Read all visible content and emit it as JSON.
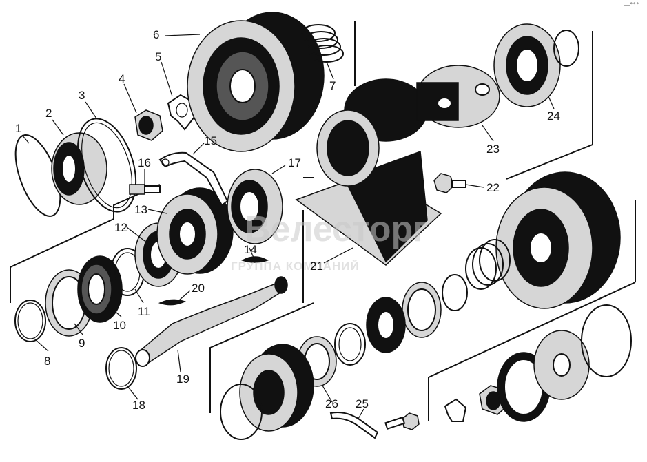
{
  "corner_mark": "―°°°",
  "watermark": {
    "line1": "Велесторг",
    "line2": "ГРУППА КОМПАНИЙ"
  },
  "parts": [
    {
      "n": "1"
    },
    {
      "n": "2"
    },
    {
      "n": "3"
    },
    {
      "n": "4"
    },
    {
      "n": "5"
    },
    {
      "n": "6"
    },
    {
      "n": "7"
    },
    {
      "n": "8"
    },
    {
      "n": "9"
    },
    {
      "n": "10"
    },
    {
      "n": "11"
    },
    {
      "n": "12"
    },
    {
      "n": "13"
    },
    {
      "n": "14"
    },
    {
      "n": "15"
    },
    {
      "n": "16"
    },
    {
      "n": "17"
    },
    {
      "n": "18"
    },
    {
      "n": "19"
    },
    {
      "n": "20"
    },
    {
      "n": "21"
    },
    {
      "n": "22"
    },
    {
      "n": "23"
    },
    {
      "n": "24"
    },
    {
      "n": "25"
    },
    {
      "n": "26"
    }
  ]
}
